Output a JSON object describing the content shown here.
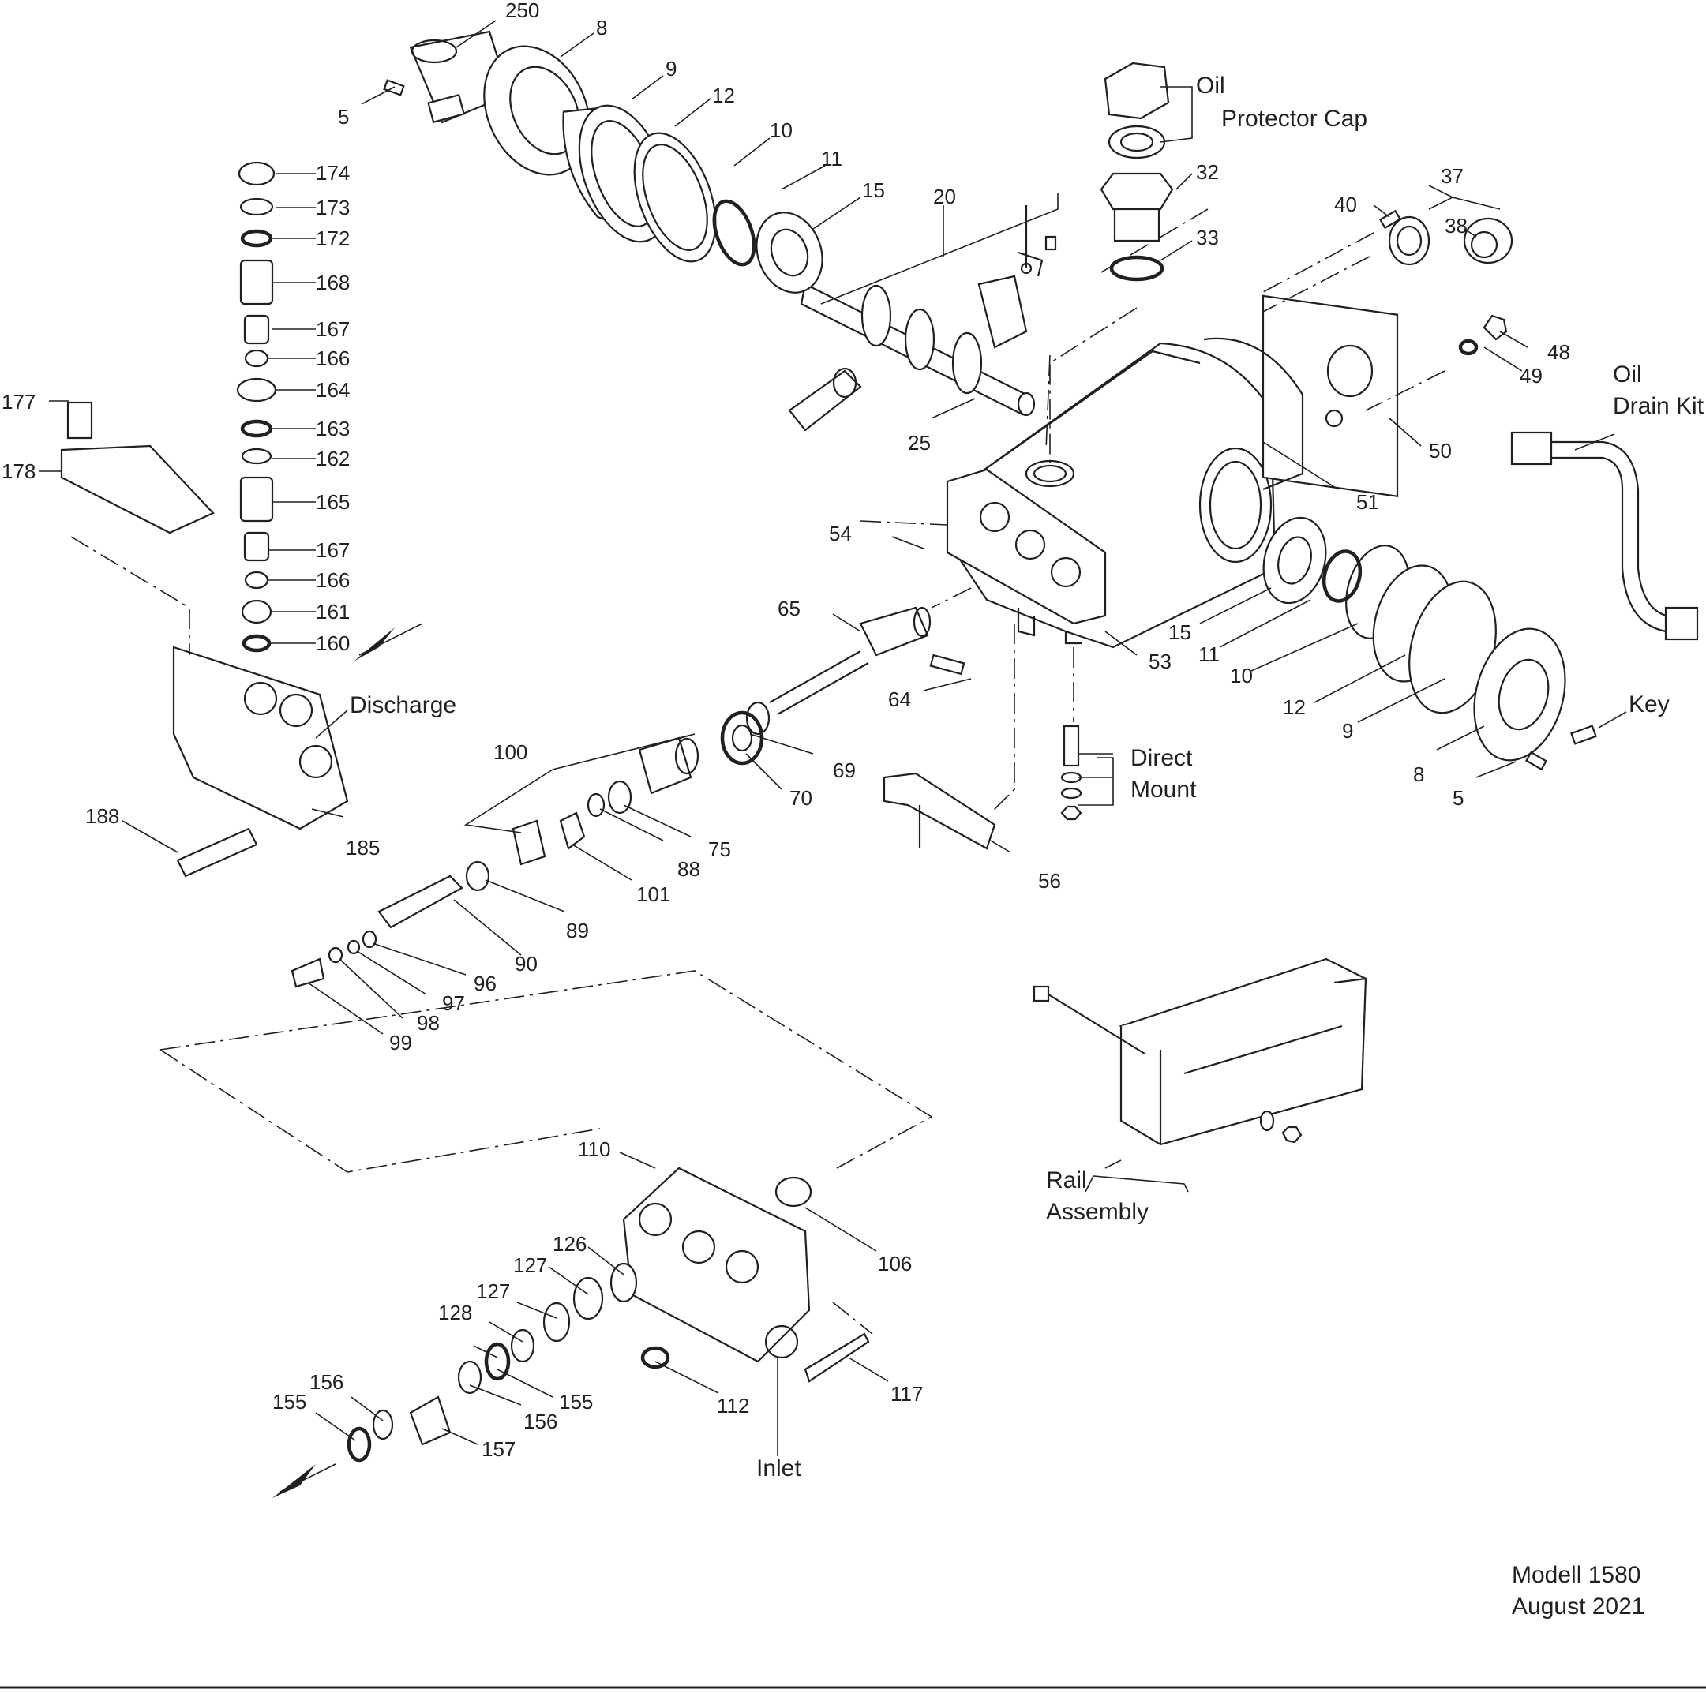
{
  "labels": {
    "p250": "250",
    "p8a": "8",
    "p9a": "9",
    "p12a": "12",
    "p10a": "10",
    "p11a": "11",
    "p15a": "15",
    "p20": "20",
    "p25": "25",
    "p5a": "5",
    "p32": "32",
    "p33": "33",
    "p40": "40",
    "p37": "37",
    "p38": "38",
    "p48": "48",
    "p49": "49",
    "p50": "50",
    "p51": "51",
    "p54": "54",
    "p53": "53",
    "p15b": "15",
    "p11b": "11",
    "p10b": "10",
    "p12b": "12",
    "p9b": "9",
    "p8b": "8",
    "p5b": "5",
    "p65": "65",
    "p64": "64",
    "p69": "69",
    "p70": "70",
    "p100": "100",
    "p75": "75",
    "p88": "88",
    "p101": "101",
    "p89": "89",
    "p90": "90",
    "p96": "96",
    "p97": "97",
    "p98": "98",
    "p99": "99",
    "p56": "56",
    "p174": "174",
    "p173": "173",
    "p172": "172",
    "p168": "168",
    "p167a": "167",
    "p166a": "166",
    "p164": "164",
    "p163": "163",
    "p162": "162",
    "p165": "165",
    "p167b": "167",
    "p166b": "166",
    "p161": "161",
    "p160": "160",
    "p177": "177",
    "p178": "178",
    "p188": "188",
    "p185": "185",
    "p110": "110",
    "p106": "106",
    "p126": "126",
    "p127a": "127",
    "p127b": "127",
    "p128": "128",
    "p155a": "155",
    "p155b": "155",
    "p156a": "156",
    "p156b": "156",
    "p157": "157",
    "p112": "112",
    "p117": "117"
  },
  "notes": {
    "oil_cap_1": "Oil",
    "oil_cap_2": "Protector Cap",
    "oil_drain_1": "Oil",
    "oil_drain_2": "Drain Kit",
    "key": "Key",
    "discharge": "Discharge",
    "direct_mount_1": "Direct",
    "direct_mount_2": "Mount",
    "rail_1": "Rail",
    "rail_2": "Assembly",
    "inlet": "Inlet"
  },
  "footer": {
    "model": "Modell 1580",
    "date": "August 2021"
  }
}
